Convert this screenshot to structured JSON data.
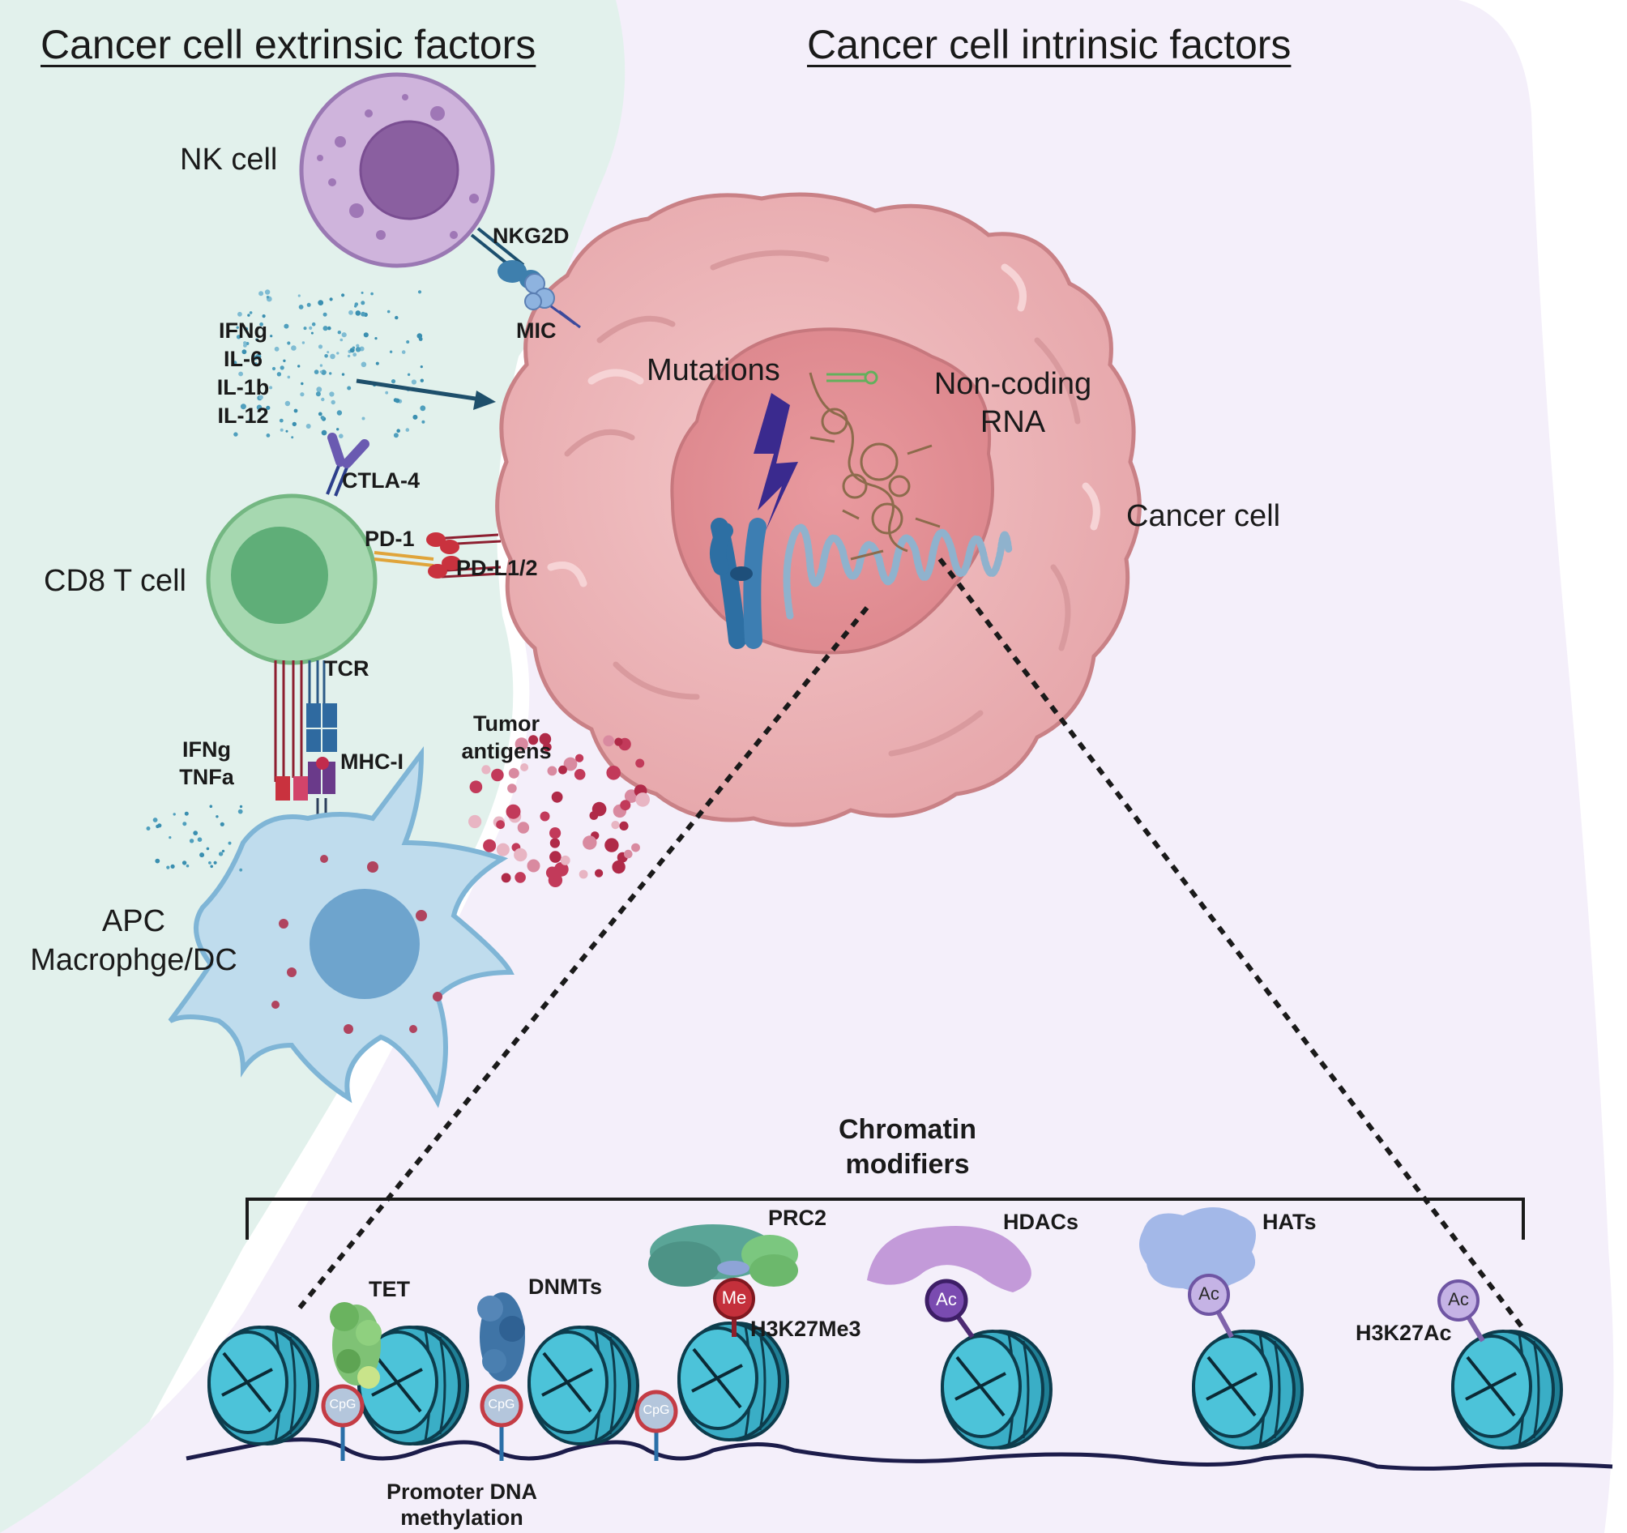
{
  "titles": {
    "extrinsic": "Cancer cell extrinsic factors",
    "intrinsic": "Cancer cell intrinsic factors"
  },
  "cells": {
    "nk": "NK cell",
    "cd8": "CD8 T cell",
    "apc_line1": "APC",
    "apc_line2": "Macrophge/DC",
    "cancer": "Cancer cell"
  },
  "receptors": {
    "nkg2d": "NKG2D",
    "mic": "MIC",
    "ctla4": "CTLA-4",
    "pd1": "PD-1",
    "pdl": "PD-L1/2",
    "tcr": "TCR",
    "mhc": "MHC-I"
  },
  "cytokines": {
    "list": [
      "IFNg",
      "IL-6",
      "IL-1b",
      "IL-12"
    ],
    "tcell": [
      "IFNg",
      "TNFa"
    ]
  },
  "antigens": [
    "Tumor",
    "antigens"
  ],
  "intrinsic": {
    "mutations": "Mutations",
    "ncrna_line1": "Non-coding",
    "ncrna_line2": "RNA"
  },
  "chromatin": {
    "header_line1": "Chromatin",
    "header_line2": "modifiers",
    "tet": "TET",
    "dnmts": "DNMTs",
    "prc2": "PRC2",
    "hdacs": "HDACs",
    "hats": "HATs",
    "h3k27me3": "H3K27Me3",
    "h3k27ac": "H3K27Ac",
    "cpg": "CpG",
    "me": "Me",
    "ac": "Ac",
    "promoter_line1": "Promoter DNA",
    "promoter_line2": "methylation"
  },
  "colors": {
    "extrinsic_bg": "#e2f1ec",
    "intrinsic_bg": "#f4effa",
    "cancer_cell": "#eab3b6",
    "nucleus": "#de9196",
    "nucleosome": "#3aaec6",
    "t_cell": "#a6d8b0",
    "nk_cell": "#cfb4dc",
    "apc": "#bfdced"
  }
}
